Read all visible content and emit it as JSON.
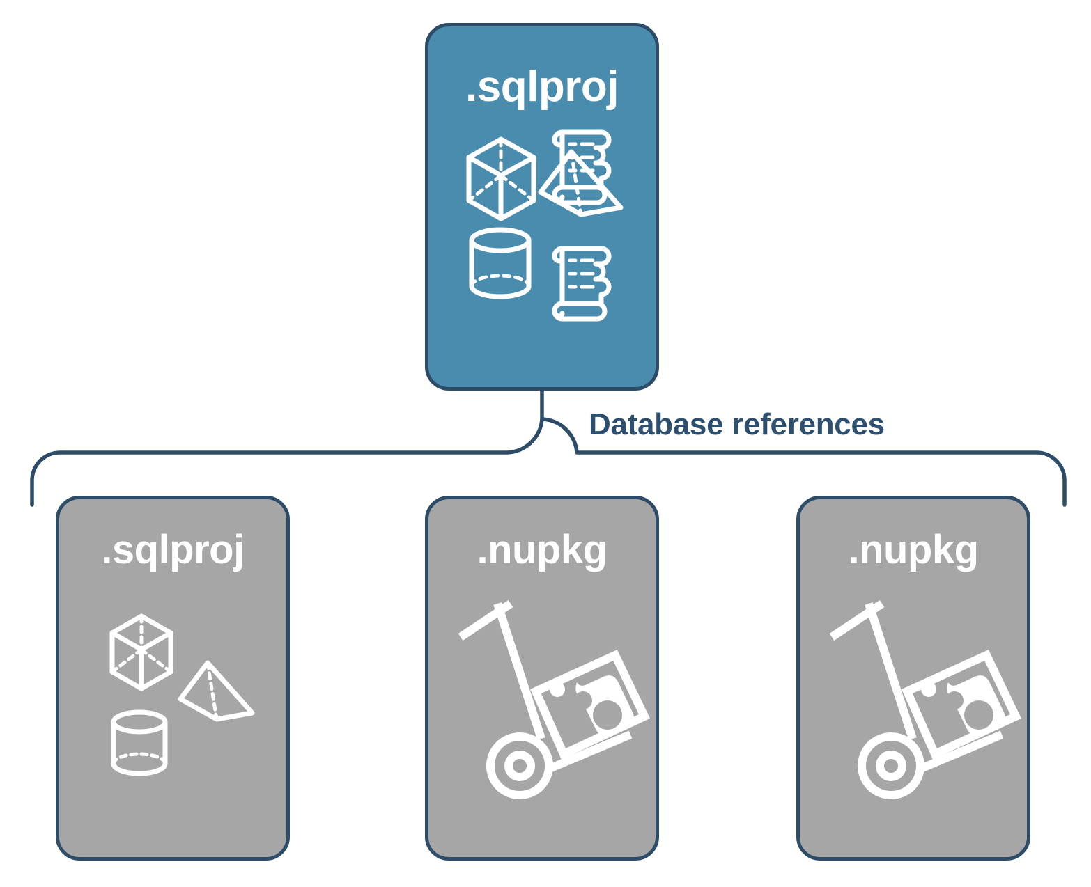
{
  "diagram": {
    "title": "Database references",
    "colors": {
      "root_fill": "#4a8cae",
      "reference_fill": "#a6a6a6",
      "stroke": "#2d4c68",
      "label_text": "#2d5070",
      "node_text": "#ffffff",
      "background": "#ffffff"
    },
    "root": {
      "label": ".sqlproj",
      "icons": [
        "cube-icon",
        "scroll-icon",
        "pyramid-icon",
        "cylinder-icon",
        "scroll-icon"
      ]
    },
    "connector": {
      "label": "Database references",
      "type": "curly-brace"
    },
    "references": [
      {
        "label": ".sqlproj",
        "icons": [
          "cube-icon",
          "pyramid-icon",
          "cylinder-icon"
        ]
      },
      {
        "label": ".nupkg",
        "icons": [
          "package-hand-truck-icon"
        ]
      },
      {
        "label": ".nupkg",
        "icons": [
          "package-hand-truck-icon"
        ]
      }
    ]
  }
}
